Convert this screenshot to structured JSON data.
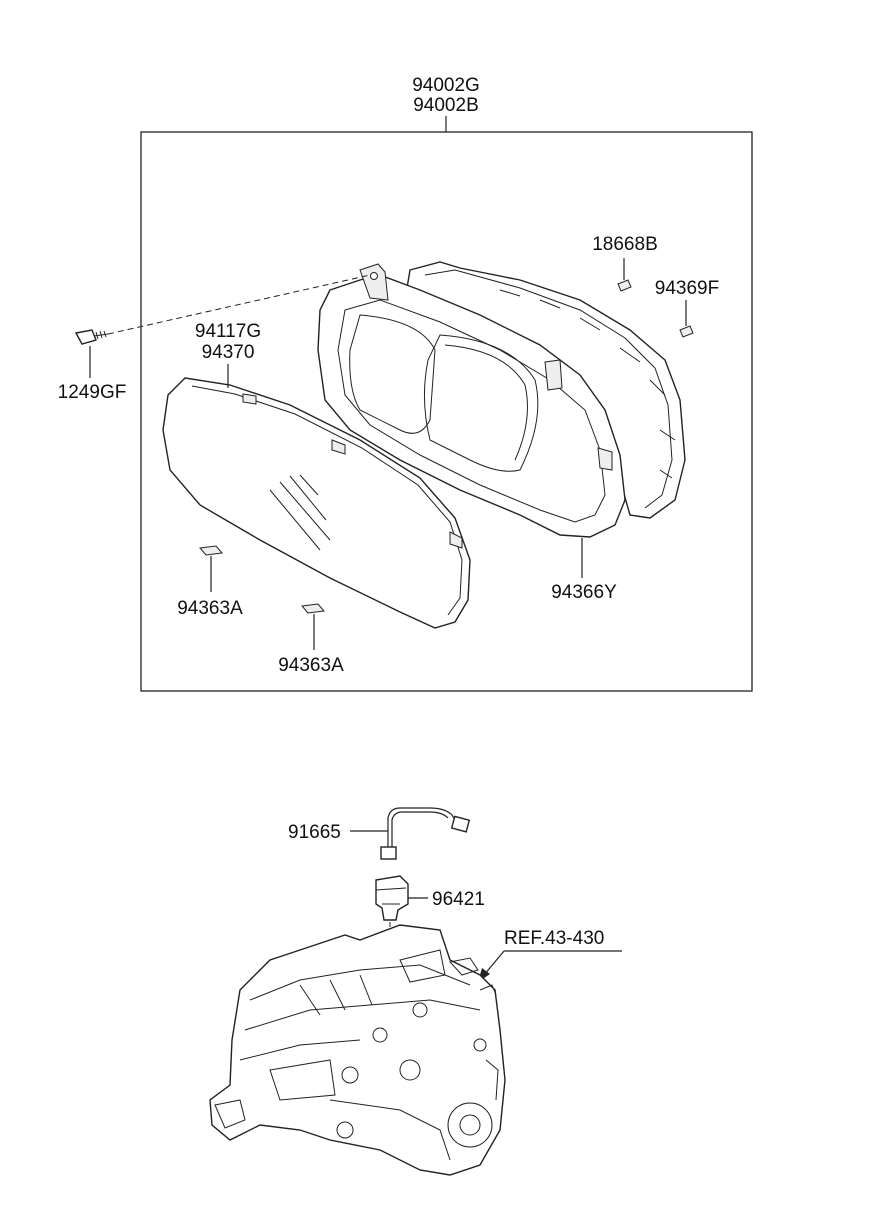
{
  "assembly": {
    "part_no_1": "94002G",
    "part_no_2": "94002B"
  },
  "labels": {
    "p18668B": "18668B",
    "p94369F": "94369F",
    "p1249GF": "1249GF",
    "p94117G": "94117G",
    "p94370": "94370",
    "p94363A_1": "94363A",
    "p94363A_2": "94363A",
    "p94366Y": "94366Y",
    "p91665": "91665",
    "p96421": "96421",
    "ref": "REF.43-430"
  }
}
